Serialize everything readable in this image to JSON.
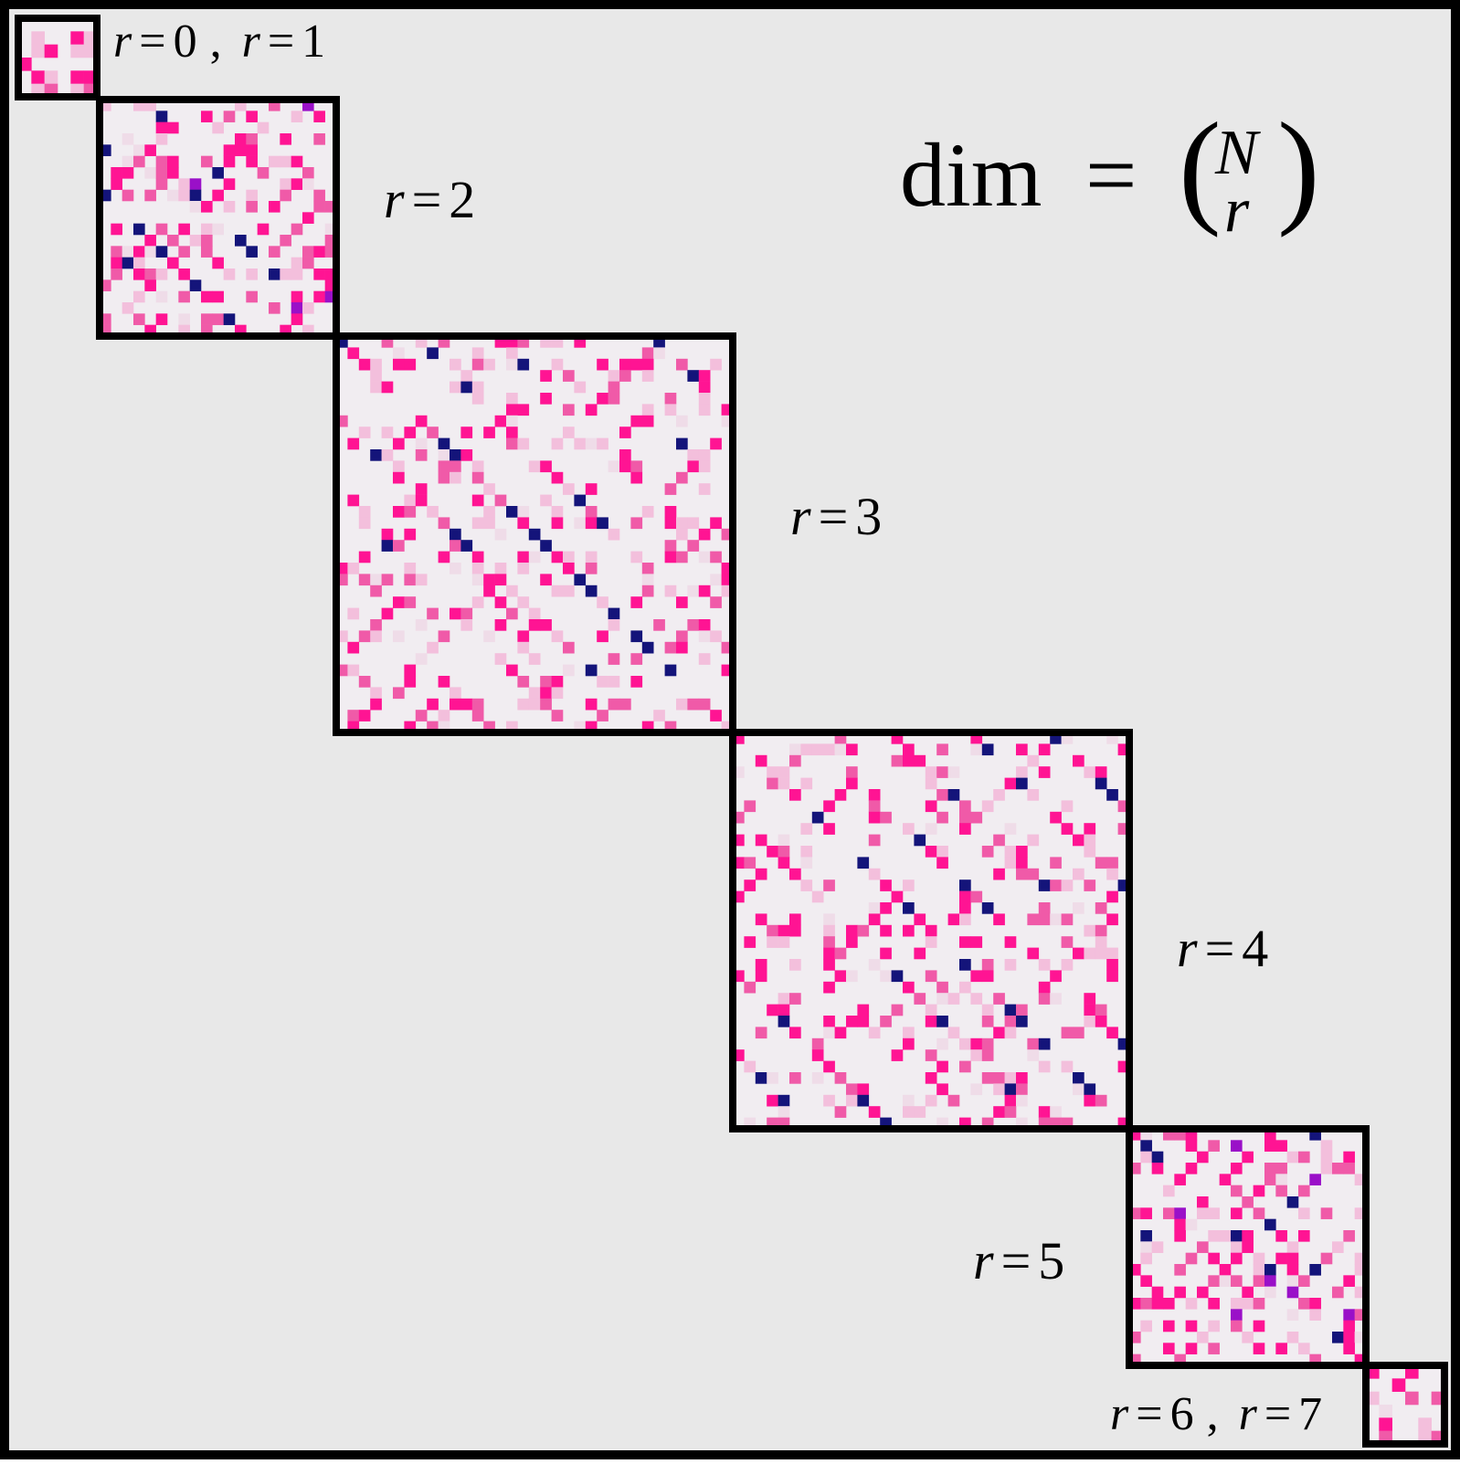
{
  "diagram": {
    "formula": {
      "lhs": "dim",
      "equals": "=",
      "binom_top": "N",
      "binom_bottom": "r",
      "paren_left": "(",
      "paren_right": ")"
    },
    "blocks": [
      {
        "id": "r0r1",
        "label": {
          "a_var": "r",
          "a_eq": "=",
          "a_val": "0",
          "sep": ",",
          "b_var": "r",
          "b_eq": "=",
          "b_val": "1"
        },
        "cells": 6
      },
      {
        "id": "r2",
        "label": {
          "var": "r",
          "eq": "=",
          "val": "2"
        },
        "cells": 21
      },
      {
        "id": "r3",
        "label": {
          "var": "r",
          "eq": "=",
          "val": "3"
        },
        "cells": 35
      },
      {
        "id": "r4",
        "label": {
          "var": "r",
          "eq": "=",
          "val": "4"
        },
        "cells": 35
      },
      {
        "id": "r5",
        "label": {
          "var": "r",
          "eq": "=",
          "val": "5"
        },
        "cells": 21
      },
      {
        "id": "r6r7",
        "label": {
          "a_var": "r",
          "a_eq": "=",
          "a_val": "6",
          "sep": ",",
          "b_var": "r",
          "b_eq": "=",
          "b_val": "7"
        },
        "cells": 6
      }
    ]
  },
  "colors": {
    "background": "#e8e8e8",
    "frame": "#000000",
    "cell_bg": "#f1edf1",
    "pink_strong": "#ff1493",
    "pink_mid": "#f05aa8",
    "pink_light": "#f3bfdc",
    "pink_faint": "#efdce8",
    "diag_dark": "#14147a",
    "purple": "#9a10c8"
  }
}
